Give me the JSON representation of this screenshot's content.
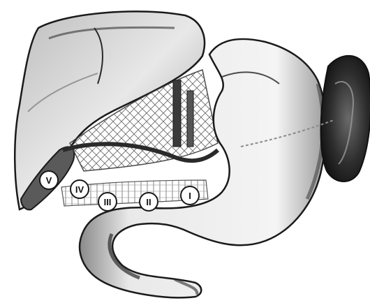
{
  "diagram": {
    "markers": [
      {
        "id": "V",
        "label": "V"
      },
      {
        "id": "IV",
        "label": "IV"
      },
      {
        "id": "III",
        "label": "III"
      },
      {
        "id": "II",
        "label": "II"
      },
      {
        "id": "I",
        "label": "I"
      }
    ]
  },
  "colors": {
    "ink": "#1a1a1a",
    "shade_dark": "#3a3a3a",
    "shade_mid": "#7a7a7a",
    "shade_light": "#cfcfcf",
    "background": "#ffffff"
  }
}
